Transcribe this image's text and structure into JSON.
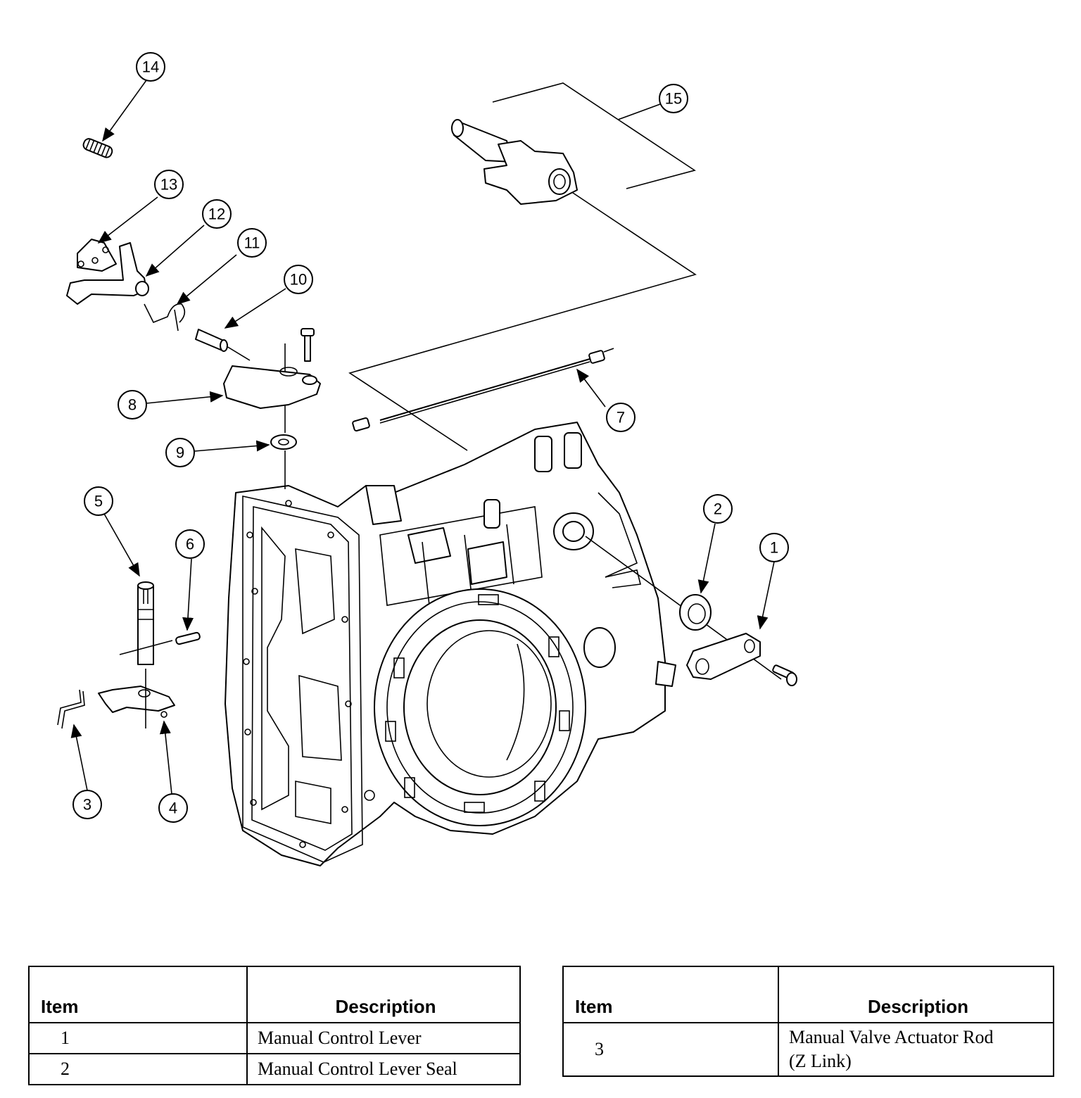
{
  "callouts": [
    "1",
    "2",
    "3",
    "4",
    "5",
    "6",
    "7",
    "8",
    "9",
    "10",
    "11",
    "12",
    "13",
    "14",
    "15"
  ],
  "legend_left": {
    "header_item": "Item",
    "header_description": "Description",
    "rows": [
      {
        "item": "1",
        "description": "Manual Control Lever"
      },
      {
        "item": "2",
        "description": "Manual Control Lever Seal"
      }
    ]
  },
  "legend_right": {
    "header_item": "Item",
    "header_description": "Description",
    "rows": [
      {
        "item": "3",
        "description_line1": "Manual Valve Actuator Rod",
        "description_line2": "(Z Link)"
      }
    ]
  }
}
